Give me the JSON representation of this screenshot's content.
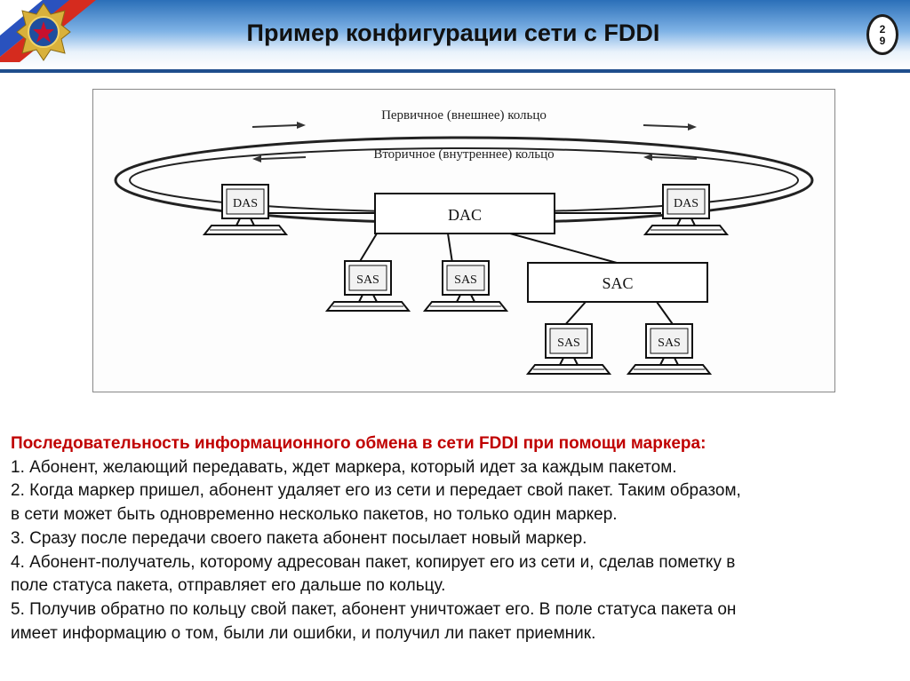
{
  "header": {
    "title": "Пример конфигурации сети с FDDI",
    "page_number_digits": [
      "2",
      "9"
    ],
    "accent_color": "#2b6fb8"
  },
  "diagram": {
    "ring_labels": {
      "primary": "Первичное (внешнее) кольцо",
      "secondary": "Вторичное (внутреннее) кольцо"
    },
    "concentrators": {
      "dac": "DAC",
      "sac": "SAC"
    },
    "stations": {
      "das_left": "DAS",
      "das_right": "DAS",
      "sas_1": "SAS",
      "sas_2": "SAS",
      "sas_3": "SAS",
      "sas_4": "SAS"
    }
  },
  "text": {
    "heading": "Последовательность информационного обмена в сети FDDI при помощи маркера:",
    "lines": [
      "1. Абонент, желающий передавать, ждет маркера, который идет за каждым пакетом.",
      "2. Когда маркер пришел, абонент удаляет его из сети и передает свой пакет. Таким образом,",
      "в сети может быть одновременно несколько пакетов, но только один маркер.",
      "3. Сразу после передачи своего пакета абонент посылает новый маркер.",
      "4. Абонент-получатель, которому адресован пакет, копирует его из сети и, сделав пометку в",
      "поле статуса пакета, отправляет его дальше по кольцу.",
      "5. Получив обратно по кольцу свой пакет, абонент уничтожает его. В поле статуса пакета он",
      "имеет информацию о том, были ли ошибки, и получил ли пакет приемник."
    ]
  }
}
